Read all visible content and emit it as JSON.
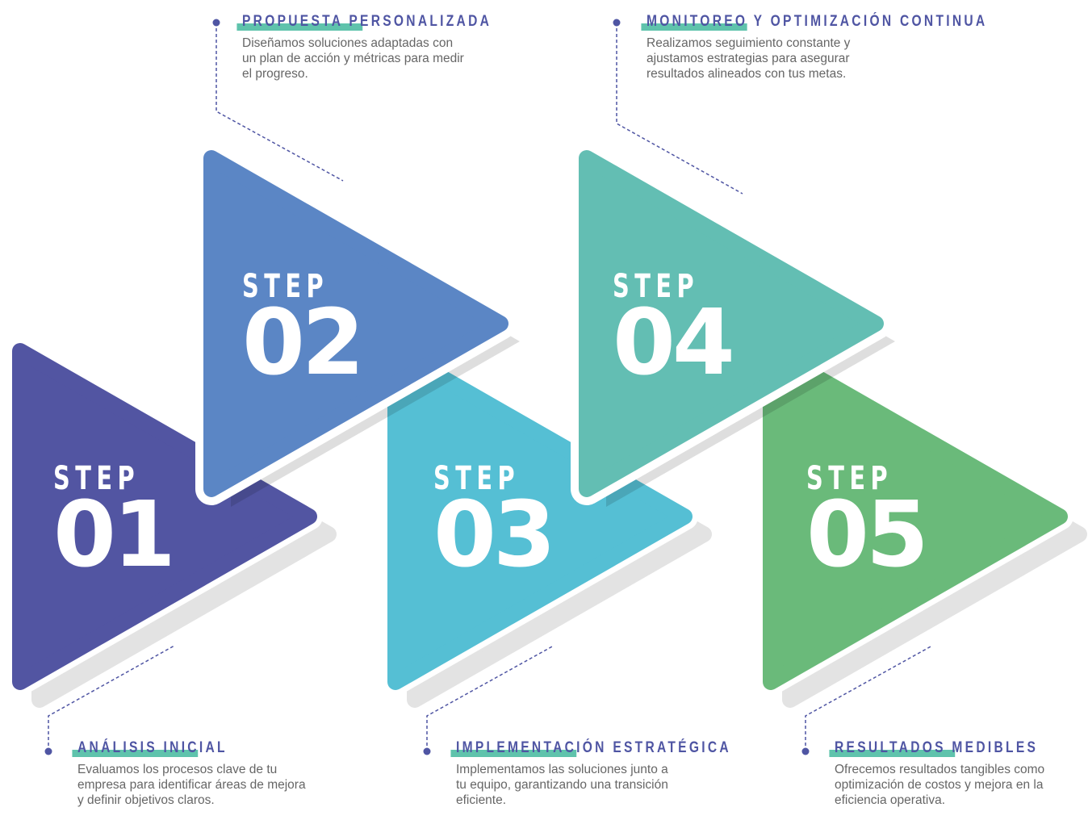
{
  "colors": {
    "step1": "#5255a2",
    "step2": "#5b86c5",
    "step3": "#55bfd4",
    "step4": "#63beb3",
    "step5": "#6aba7a",
    "accent_bar": "#5fc3ac",
    "title": "#4f55a3",
    "connector": "#4f55a3"
  },
  "steps": [
    {
      "word": "STEP",
      "number": "01",
      "title": "ANÁLISIS INICIAL",
      "description": "Evaluamos los procesos clave de tu empresa para identificar áreas de mejora y definir objetivos claros."
    },
    {
      "word": "STEP",
      "number": "02",
      "title": "PROPUESTA PERSONALIZADA",
      "description": "Diseñamos soluciones adaptadas con un plan de acción y métricas para medir el progreso."
    },
    {
      "word": "STEP",
      "number": "03",
      "title": "IMPLEMENTACIÓN ESTRATÉGICA",
      "description": "Implementamos las soluciones junto a tu equipo, garantizando una transición eficiente."
    },
    {
      "word": "STEP",
      "number": "04",
      "title": "MONITOREO Y OPTIMIZACIÓN CONTINUA",
      "description": "Realizamos seguimiento constante y ajustamos estrategias para asegurar resultados alineados con tus metas."
    },
    {
      "word": "STEP",
      "number": "05",
      "title": "RESULTADOS MEDIBLES",
      "description": "Ofrecemos resultados tangibles como optimización de costos y mejora en la eficiencia operativa."
    }
  ]
}
